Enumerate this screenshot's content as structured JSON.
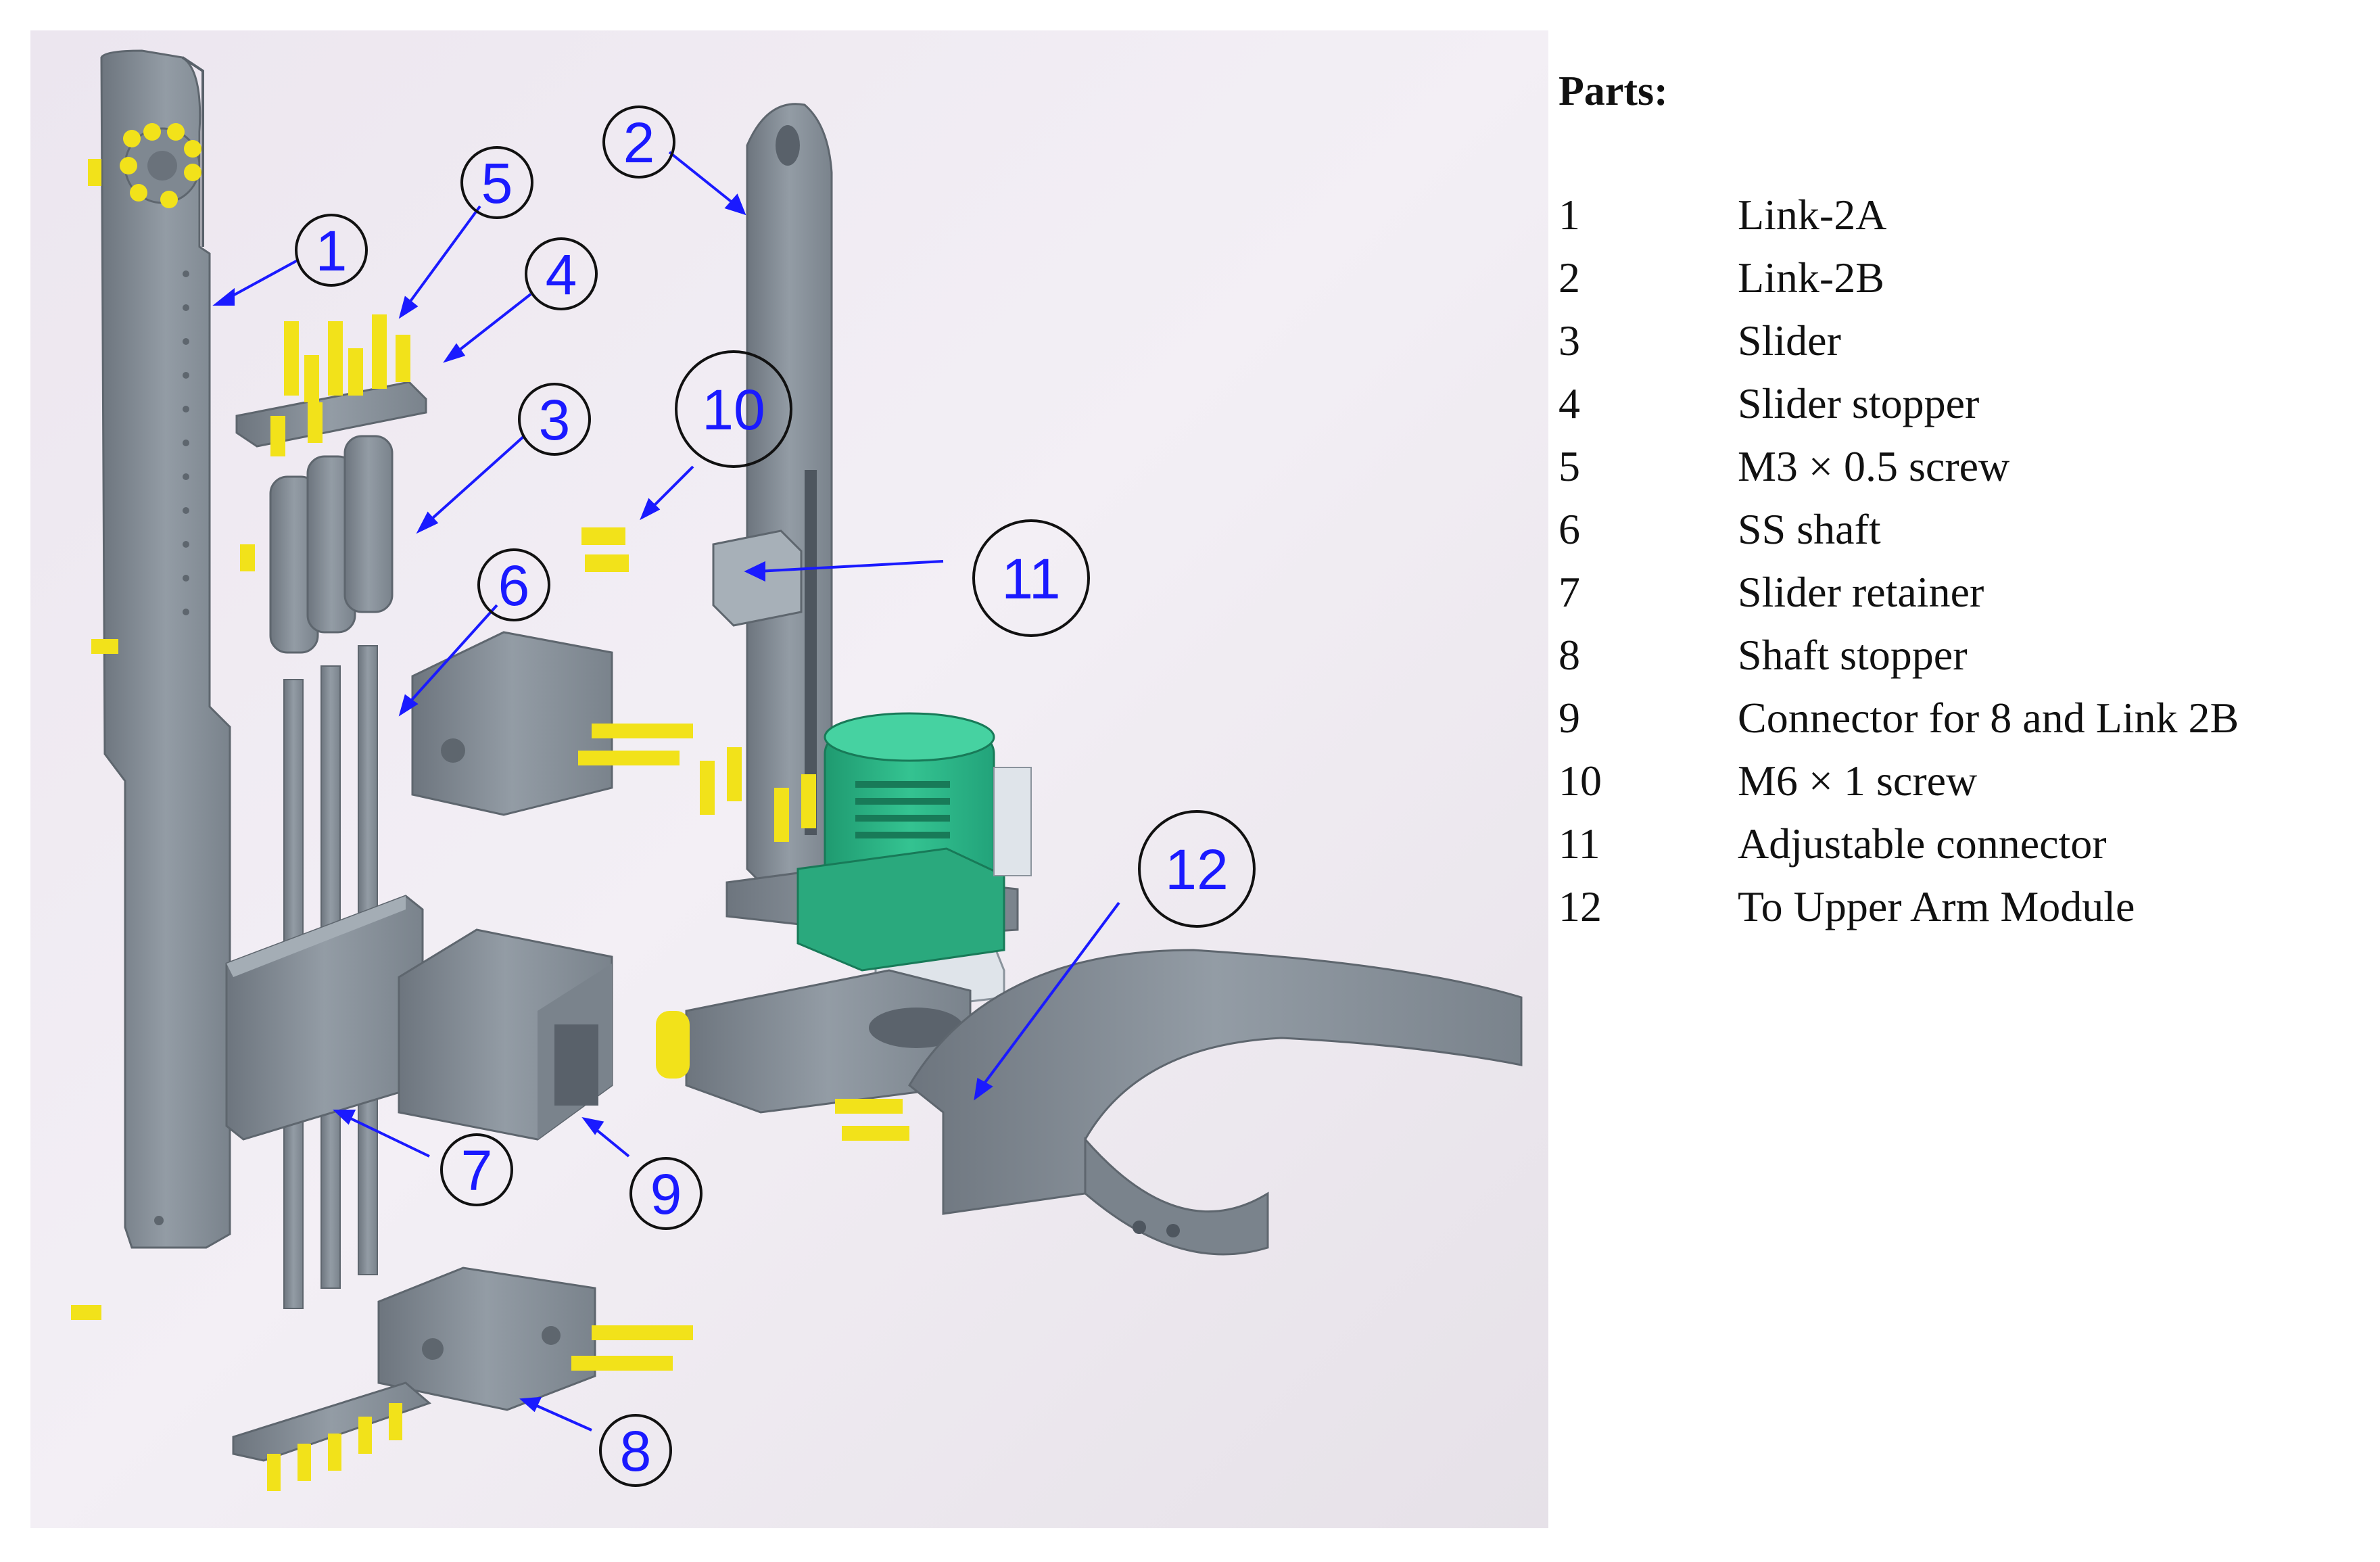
{
  "colors": {
    "part_gray": "#8a939c",
    "screw_yellow": "#f2e21a",
    "motor_green": "#2bb486",
    "callout_blue": "#1a1aff",
    "legend_text": "#111111"
  },
  "legend": {
    "title": "Parts:",
    "items": [
      {
        "number": "1",
        "name": "Link-2A"
      },
      {
        "number": "2",
        "name": "Link-2B"
      },
      {
        "number": "3",
        "name": "Slider"
      },
      {
        "number": "4",
        "name": "Slider stopper"
      },
      {
        "number": "5",
        "name": "M3 × 0.5 screw"
      },
      {
        "number": "6",
        "name": "SS shaft"
      },
      {
        "number": "7",
        "name": "Slider retainer"
      },
      {
        "number": "8",
        "name": "Shaft stopper"
      },
      {
        "number": "9",
        "name": "Connector for 8 and Link 2B"
      },
      {
        "number": "10",
        "name": "M6 × 1 screw"
      },
      {
        "number": "11",
        "name": "Adjustable connector"
      },
      {
        "number": "12",
        "name": "To Upper Arm Module"
      }
    ]
  },
  "callouts": [
    "1",
    "2",
    "3",
    "4",
    "5",
    "6",
    "7",
    "8",
    "9",
    "10",
    "11",
    "12"
  ]
}
